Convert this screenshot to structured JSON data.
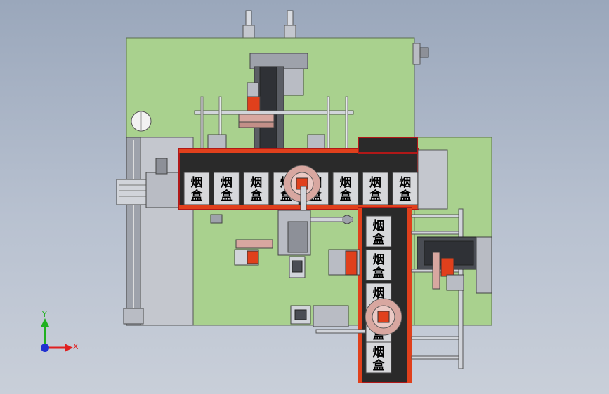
{
  "cad_view": {
    "colors": {
      "plate": "#a9d18e",
      "plate_edge": "#5b6f4e",
      "belt": "#2a2a2a",
      "belt_edge": "#b01818",
      "metal": "#b9bcc4",
      "metal_dark": "#7d8089",
      "accent_red": "#e0401c",
      "disc": "#d8a7a0",
      "box_face": "#d7d8db"
    },
    "product_label": "烟盒",
    "horizontal_conveyor_boxes": 8,
    "vertical_conveyor_boxes": 5,
    "triad": {
      "x_label": "X",
      "y_label": "Y",
      "x_color": "#e02020",
      "y_color": "#20b020",
      "z_color": "#2030d0"
    }
  }
}
